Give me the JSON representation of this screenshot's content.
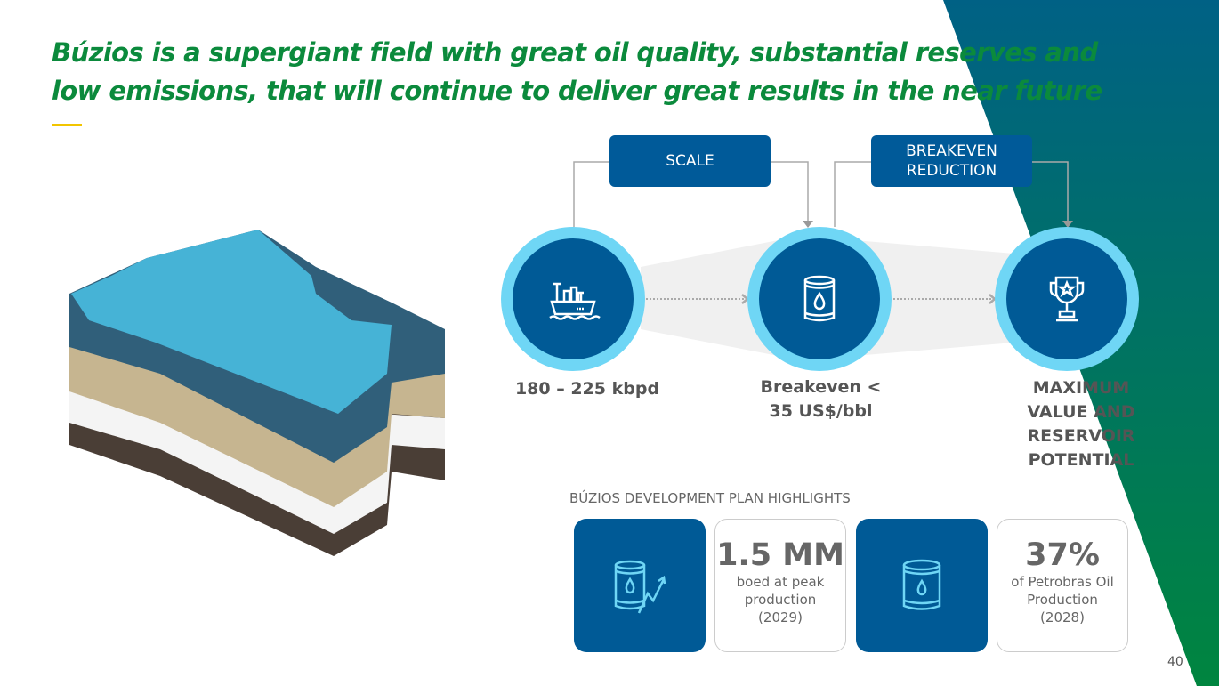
{
  "title": "Búzios is a supergiant field with great oil quality, substantial reserves and low emissions, that will continue to deliver great results in the near future",
  "flow": {
    "boxes": [
      "SCALE",
      "BREAKEVEN REDUCTION"
    ],
    "steps": [
      {
        "icon": "ship-icon",
        "label": "180 – 225 kbpd"
      },
      {
        "icon": "oil-barrel-icon",
        "label": "Breakeven < 35 US$/bbl"
      },
      {
        "icon": "trophy-icon",
        "label": "MAXIMUM VALUE AND RESERVOIR POTENTIAL"
      }
    ]
  },
  "highlights": {
    "heading": "BÚZIOS DEVELOPMENT PLAN HIGHLIGHTS",
    "cards": [
      {
        "value": "1.5 MM",
        "desc": "boed at peak production",
        "year": "(2029)"
      },
      {
        "value": "37%",
        "desc": "of Petrobras Oil Production",
        "year": "(2028)"
      }
    ]
  },
  "page_number": "40",
  "colors": {
    "green": "#0b8a3c",
    "blue": "#005a96",
    "light_blue": "#6fd6f5",
    "accent": "#f2c500"
  }
}
